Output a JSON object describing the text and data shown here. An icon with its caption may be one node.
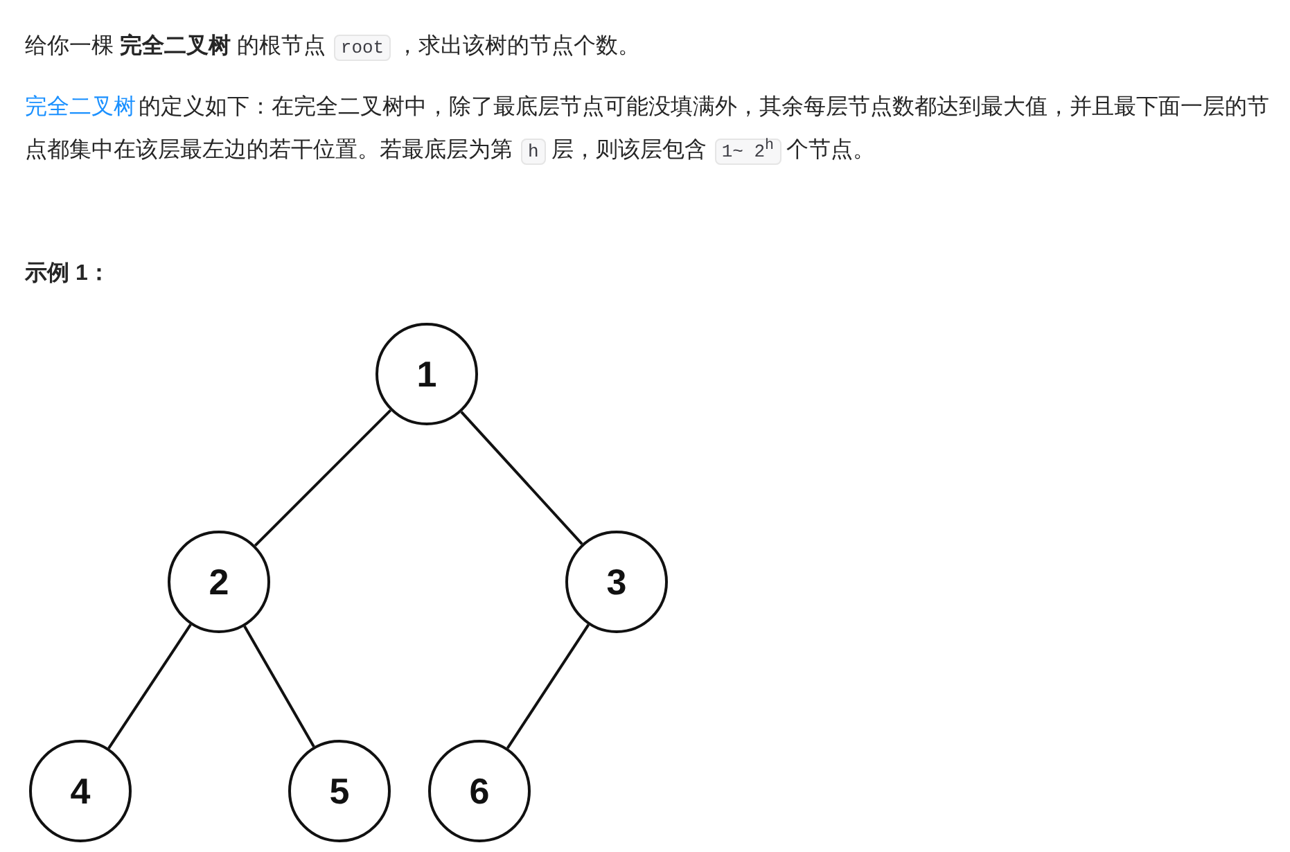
{
  "diagram": {
    "nodes": [
      {
        "text": [
          "1"
        ]
      },
      {
        "text": [
          "2"
        ]
      },
      {
        "text": [
          "3"
        ]
      },
      {
        "text": [
          "4"
        ]
      },
      {
        "text": [
          "5"
        ]
      },
      {
        "text": [
          "6"
        ]
      }
    ],
    "edges": [
      {
        "from": 0,
        "to": 1,
        "arrow": "none"
      },
      {
        "from": 0,
        "to": 2,
        "arrow": "none"
      },
      {
        "from": 1,
        "to": 3,
        "arrow": "none"
      },
      {
        "from": 1,
        "to": 4,
        "arrow": "none"
      },
      {
        "from": 2,
        "to": 5,
        "arrow": "none"
      }
    ],
    "labels": [
      "给你一棵 **完全二叉树** 的根节点",
      "root",
      "，求出该树的节点个数。",
      "完全二叉树",
      "的定义如下：在完全二叉树中，除了最底层节点可能没填满外，其余每层节点数都达到最大值，并且最下面一层的节点都集中在该层最左边的若干位置。若最底层为第",
      "h",
      "层，则该层包含",
      "1~ 2$^{h}$",
      "个节点。",
      "示例 1："
    ]
  }
}
